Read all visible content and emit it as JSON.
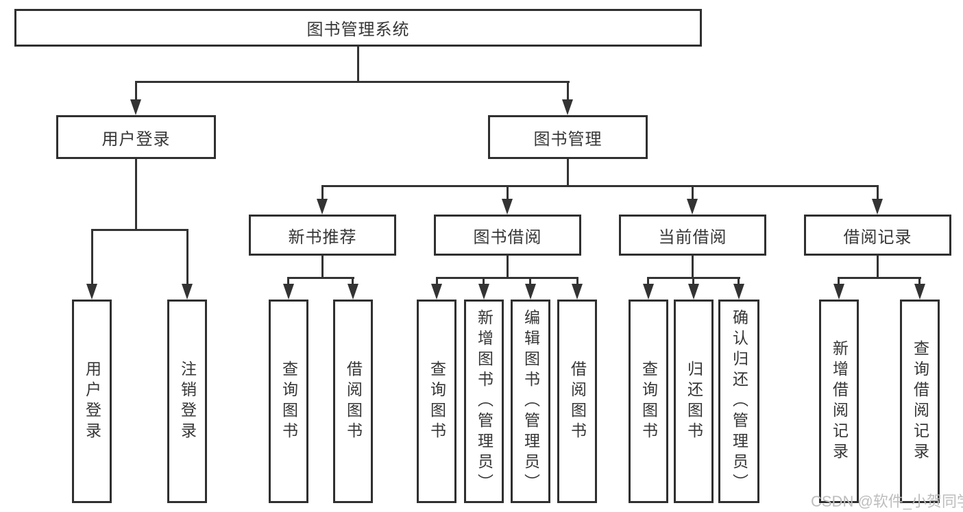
{
  "diagram": {
    "root": {
      "label": "图书管理系统"
    },
    "branches": [
      {
        "label": "用户登录"
      },
      {
        "label": "图书管理"
      }
    ],
    "modules": [
      {
        "label": "新书推荐"
      },
      {
        "label": "图书借阅"
      },
      {
        "label": "当前借阅"
      },
      {
        "label": "借阅记录"
      }
    ],
    "leaves": [
      {
        "label": "用户登录"
      },
      {
        "label": "注销登录"
      },
      {
        "label": "查询图书"
      },
      {
        "label": "借阅图书"
      },
      {
        "label": "查询图书"
      },
      {
        "label": "新增图书（管理员）"
      },
      {
        "label": "编辑图书（管理员）"
      },
      {
        "label": "借阅图书"
      },
      {
        "label": "查询图书"
      },
      {
        "label": "归还图书"
      },
      {
        "label": "确认归还（管理员）"
      },
      {
        "label": "新增借阅记录"
      },
      {
        "label": "查询借阅记录"
      }
    ]
  },
  "watermark": {
    "text": "CSDN @软件_小贺同学"
  },
  "colors": {
    "line": "#333333",
    "border": "#2f2f2f",
    "text": "#363636",
    "watermark": "#bdbdbd",
    "background": "#ffffff"
  }
}
